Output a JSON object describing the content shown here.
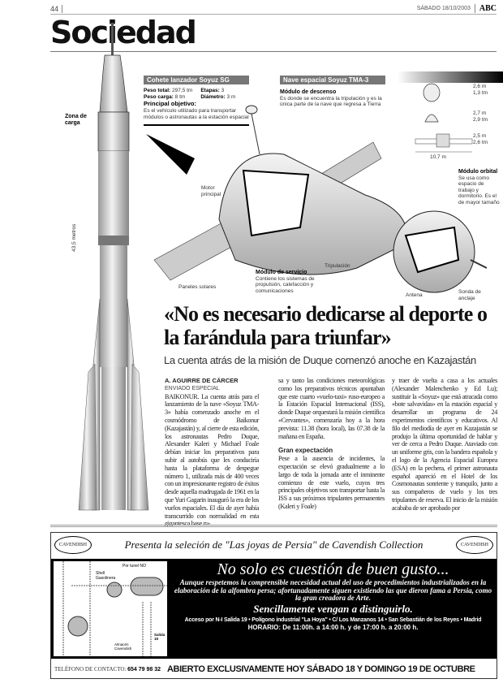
{
  "header": {
    "page_number": "44",
    "date": "SÁBADO 18/10/2003",
    "masthead": "ABC",
    "section": "Sociedad"
  },
  "infographic": {
    "rocket": {
      "title": "Cohete lanzador Soyuz SG",
      "peso_total_label": "Peso total:",
      "peso_total": "297,5 tm",
      "etapas_label": "Etapas:",
      "etapas": "3",
      "peso_carga_label": "Peso carga:",
      "peso_carga": "8 tm",
      "diametro_label": "Diámetro:",
      "diametro": "3 m",
      "objetivo_label": "Principal objetivo:",
      "objetivo": "Es el vehículo utilizado para transportar módulos o astronautas a la estación espacial",
      "zona_carga": "Zona de carga",
      "height_label": "43,5 metros"
    },
    "ship": {
      "title": "Nave espacial Soyuz TMA-3",
      "descenso_title": "Módulo de descenso",
      "descenso_text": "Es donde se encuentra la tripulación y es la única parte de la nave que regresa a Tierra",
      "orbital_title": "Módulo orbital",
      "orbital_text": "Se usa como espacio de trabajo y dormitorio. Es el de mayor tamaño",
      "servicio_title": "Módulo de servicio",
      "servicio_text": "Contiene los sistemas de propulsión, calefacción y comunicaciones",
      "motor": "Motor principal",
      "paneles": "Paneles solares",
      "tripulacion": "Tripulación",
      "antena": "Antena",
      "sonda": "Sonda de anclaje",
      "dims": [
        {
          "m": "2,6 m",
          "t": "1,3 tm"
        },
        {
          "m": "2,7 m",
          "t": "2,9 tm"
        },
        {
          "m": "2,5 m",
          "t": "2,6 tm"
        }
      ],
      "length": "10,7 m"
    }
  },
  "article": {
    "headline": "«No es necesario dedicarse al deporte o la farándula para triunfar»",
    "subhead": "La cuenta atrás de la misión de Duque comenzó anoche en Kazajastán",
    "byline": "A. AGUIRRE DE CÁRCER",
    "role": "ENVIADO ESPECIAL",
    "col1": "BAIKONUR. La cuenta atrás para el lanzamiento de la nave «Soyuz TMA-3» había comenzado anoche en el cosmódromo de Baikonur (Kazajastán) y, al cierre de esta edición, los astronautas Pedro Duque, Alexander Kaleri y Michael Foale debían iniciar los preparativos para subir al autobús que les conduciría hasta la plataforma de despegue número 1, utilizada más de 400 veces con un impresionante registro de éxitos desde aquella madrugada de 1961 en la que Yuri Gagarin inauguró la era de los vuelos espaciales. El día de ayer había transcurrido con normalidad en esta gigantesca base ru-",
    "col2a": "sa y tanto las condiciones meteorológicas como los preparativos técnicos apuntaban que este cuarto «vuelo-taxi» ruso-europeo a la Estación Espacial Internacional (ISS), donde Duque orquestará la misión científica «Cervantes», comenzaría hoy a la hora prevista: 11.38 (hora local), las 07.38 de la mañana en España.",
    "intertitle": "Gran expectación",
    "col2b": "Pese a la ausencia de incidentes, la expectación se elevó gradualmente a lo largo de toda la jornada ante el inminente comienzo de este vuelo, cuyos tres principales objetivos son transportar hasta la ISS a sus próximos tripulantes permanentes (Kaleri y Foale)",
    "col3": "y traer de vuelta a casa a los actuales (Alexander Malenchenko y Ed Lu); sustituir la «Soyuz» que está atracada como «bote salvavidas» en la estación espacial y desarrollar un programa de 24 experimentos científicos y educativos. Al filo del mediodía de ayer en Kazajastán se produjo la última oportunidad de hablar y ver de cerca a Pedro Duque. Ataviado con un uniforme gris, con la bandera española y el logo de la Agencia Espacial Europea (ESA) en la pechera, el primer astronauta español apareció en el Hotel de los Cosmonautas sonriente y tranquilo, junto a sus compañeros de vuelo y los tres tripulantes de reserva. El inicio de la misión acababa de ser aprobado por"
  },
  "ad": {
    "logo": "CAVENDISH",
    "top_line": "Presenta la seleción de \"Las joyas de Persia\" de Cavendish Collection",
    "title": "No solo es cuestión de buen gusto...",
    "body": "Aunque respetemos la comprensible necesidad actual del uso de procedimientos industrializados en la elaboración de la alfombra persa; afortunadamente siguen existiendo las que dieron fama a Persia, como la gran creadora de Arte.",
    "tagline": "Sencillamente vengan a distinguirlo.",
    "address": "Acceso por N-I Salida 19 • Polígono industrial \"La Hoya\" • C/ Los Manzanos 14 • San Sebastián de los Reyes • Madrid",
    "hours": "HORARIO: De 11:00h. a 14:00 h. y  de 17:00 h. a 20:00 h.",
    "phone_label": "TELÉFONO DE CONTACTO:",
    "phone": "654 79 98 32",
    "open": "ABIERTO EXCLUSIVAMENTE HOY SÁBADO 18 Y DOMINGO 19 DE OCTUBRE",
    "map": {
      "gasolinera": "Shell Gasolinera",
      "tunel": "Por tunel NO",
      "salida": "Salida 19",
      "almacen": "Almacén Cavendish"
    }
  }
}
